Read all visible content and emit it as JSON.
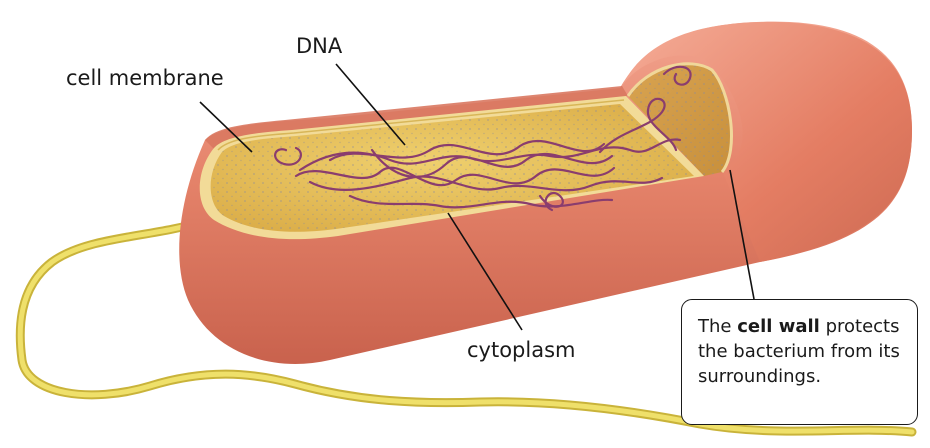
{
  "labels": {
    "cell_membrane": "cell membrane",
    "dna": "DNA",
    "cytoplasm": "cytoplasm"
  },
  "callout": {
    "prefix": "The",
    "term": "cell wall",
    "suffix_line1": "protects",
    "line2": "the bacterium from its",
    "line3": "surroundings."
  },
  "colors": {
    "cell_wall": "#e2806a",
    "cell_wall_cut": "#c9664f",
    "cytoplasm": "#e8c15a",
    "membrane": "#f3dc9a",
    "dna": "#8a3d6e",
    "flagellum": "#e9d54c",
    "leader": "#111111"
  }
}
